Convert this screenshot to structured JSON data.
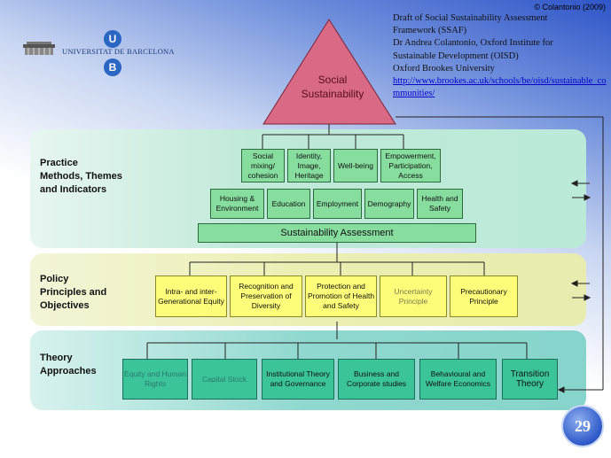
{
  "copyright": "© Colantonio (2009)",
  "header_note": {
    "lines": [
      "Draft of Social Sustainability Assessment",
      "Framework (SSAF)",
      "Dr Andrea Colantonio, Oxford Institute for",
      "Sustainable Development (OISD)",
      "Oxford Brookes University"
    ],
    "link": "http://www.brookes.ac.uk/schools/be/oisd/sustainable_communities/"
  },
  "logo": {
    "name": "UNIVERSITAT DE BARCELONA",
    "letters": [
      "U",
      "B"
    ]
  },
  "apex": "Social Sustainability",
  "practice": {
    "title": [
      "Practice",
      "Methods, Themes",
      "and Indicators"
    ],
    "themes_row1": [
      "Social mixing/ cohesion",
      "Identity, Image, Heritage",
      "Well-being",
      "Empowerment, Participation, Access"
    ],
    "themes_row2": [
      "Housing & Environment",
      "Education",
      "Employment",
      "Demography",
      "Health and Safety"
    ],
    "assessment": "Sustainability Assessment"
  },
  "policy": {
    "title": [
      "Policy",
      "Principles and",
      "Objectives"
    ],
    "items": [
      "Intra- and inter- Generational Equity",
      "Recognition and Preservation of Diversity",
      "Protection and Promotion of Health and Safety",
      "Uncertainty Principle",
      "Precautionary Principle"
    ]
  },
  "theory": {
    "title": [
      "Theory",
      "Approaches"
    ],
    "items": [
      "Equity and Human Rights",
      "Capital Stock",
      "Institutional Theory and Governance",
      "Business and Corporate studies",
      "Behavioural and Welfare Economics",
      "Transition Theory"
    ]
  },
  "slide_number": "29",
  "colors": {
    "triangle": "#d96a86",
    "practice_box": "#86dd9d",
    "policy_box": "#fdfd7a",
    "theory_box": "#3bc39a"
  }
}
